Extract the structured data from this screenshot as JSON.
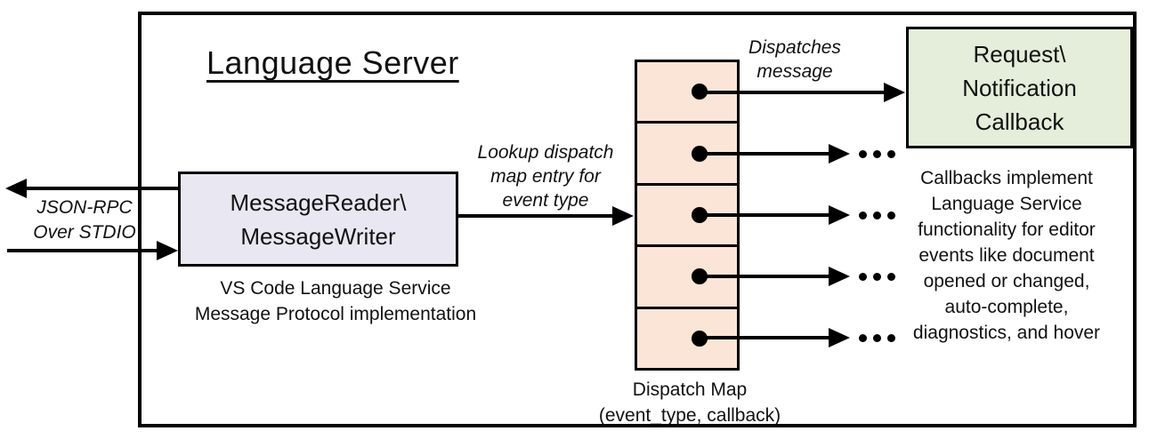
{
  "diagram": {
    "title": "Language Server",
    "left_channel": {
      "label_line1": "JSON-RPC",
      "label_line2": "Over STDIO"
    },
    "reader_box": {
      "line1": "MessageReader\\",
      "line2": "MessageWriter",
      "fill": "#e9e8f2",
      "caption_line1": "VS Code Language Service",
      "caption_line2": "Message Protocol implementation"
    },
    "lookup_label": {
      "line1": "Lookup dispatch",
      "line2": "map entry for",
      "line3": "event type"
    },
    "dispatch_map": {
      "rows": 5,
      "fill": "#fbe5d6",
      "label_line1": "Dispatch Map",
      "label_line2": "(event_type, callback)"
    },
    "dispatches_label": {
      "line1": "Dispatches",
      "line2": "message"
    },
    "callback_box": {
      "line1": "Request\\",
      "line2": "Notification",
      "line3": "Callback",
      "fill": "#e4eeda"
    },
    "callbacks_note": {
      "lines": [
        "Callbacks implement",
        "Language Service",
        "functionality for editor",
        "events like document",
        "opened or changed,",
        "auto-complete,",
        "diagnostics, and hover"
      ]
    }
  }
}
